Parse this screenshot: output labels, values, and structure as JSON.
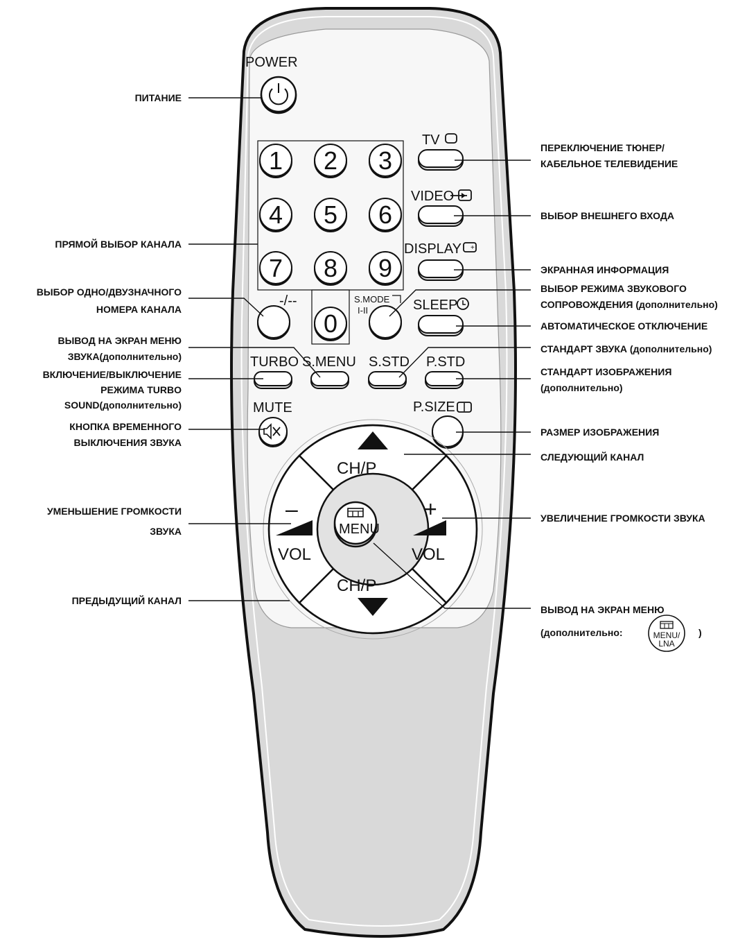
{
  "remote": {
    "buttons": {
      "power": "POWER",
      "tv": "TV",
      "video": "VIDEO",
      "display": "DISPLAY",
      "sleep": "SLEEP",
      "smode": "S.MODE",
      "smode_sub": "I-II",
      "dash": "-/--",
      "digits": [
        "1",
        "2",
        "3",
        "4",
        "5",
        "6",
        "7",
        "8",
        "9",
        "0"
      ],
      "turbo": "TURBO",
      "smenu": "S.MENU",
      "sstd": "S.STD",
      "pstd": "P.STD",
      "mute": "MUTE",
      "psize": "P.SIZE",
      "ch_up": "CH/P",
      "ch_down": "CH/P",
      "vol_minus": "–",
      "vol_plus": "+",
      "vol_left": "VOL",
      "vol_right": "VOL",
      "menu": "MENU"
    }
  },
  "callouts": {
    "power": [
      "ПИТАНИЕ"
    ],
    "direct_channel": [
      "ПРЯМОЙ ВЫБОР КАНАЛА"
    ],
    "one_two_digit": [
      "ВЫБОР ОДНО/ДВУЗНАЧНОГО",
      "НОМЕРА КАНАЛА"
    ],
    "sound_menu": [
      "ВЫВОД НА ЭКРАН МЕНЮ",
      "ЗВУКА(дополнительно)"
    ],
    "turbo": [
      "ВКЛЮЧЕНИЕ/ВЫКЛЮЧЕНИЕ",
      "РЕЖИМА TURBO",
      "SOUND(дополнительно)"
    ],
    "mute": [
      "КНОПКА ВРЕМЕННОГО",
      "ВЫКЛЮЧЕНИЯ  ЗВУКА"
    ],
    "vol_down": [
      "УМЕНЬШЕНИЕ ГРОМКОСТИ",
      "ЗВУКА"
    ],
    "prev_channel": [
      "ПРЕДЫДУЩИЙ КАНАЛ"
    ],
    "tuner_cable": [
      "ПЕРЕКЛЮЧЕНИЕ ТЮНЕР/",
      "КАБЕЛЬНОЕ ТЕЛЕВИДЕНИЕ"
    ],
    "ext_input": [
      "ВЫБОР ВНЕШНЕГО ВХОДА"
    ],
    "screen_info": [
      "ЭКРАННАЯ ИНФОРМАЦИЯ"
    ],
    "sound_mode": [
      "ВЫБОР РЕЖИМА ЗВУКОВОГО",
      "СОПРОВОЖДЕНИЯ (дополнительно)"
    ],
    "auto_off": [
      "АВТОМАТИЧЕСКОЕ ОТКЛЮЧЕНИЕ"
    ],
    "sound_std": [
      "СТАНДАРТ ЗВУКА (дополнительно)"
    ],
    "picture_std": [
      "СТАНДАРТ ИЗОБРАЖЕНИЯ",
      "(дополнительно)"
    ],
    "picture_size": [
      "РАЗМЕР ИЗОБРАЖЕНИЯ"
    ],
    "next_channel": [
      "СЛЕДУЮЩИЙ КАНАЛ"
    ],
    "vol_up": [
      "УВЕЛИЧЕНИЕ ГРОМКОСТИ ЗВУКА"
    ],
    "menu": [
      "ВЫВОД НА ЭКРАН МЕНЮ",
      "(дополнительно:",
      ")"
    ]
  },
  "alt_menu_button": [
    "MENU/",
    "LNA"
  ]
}
